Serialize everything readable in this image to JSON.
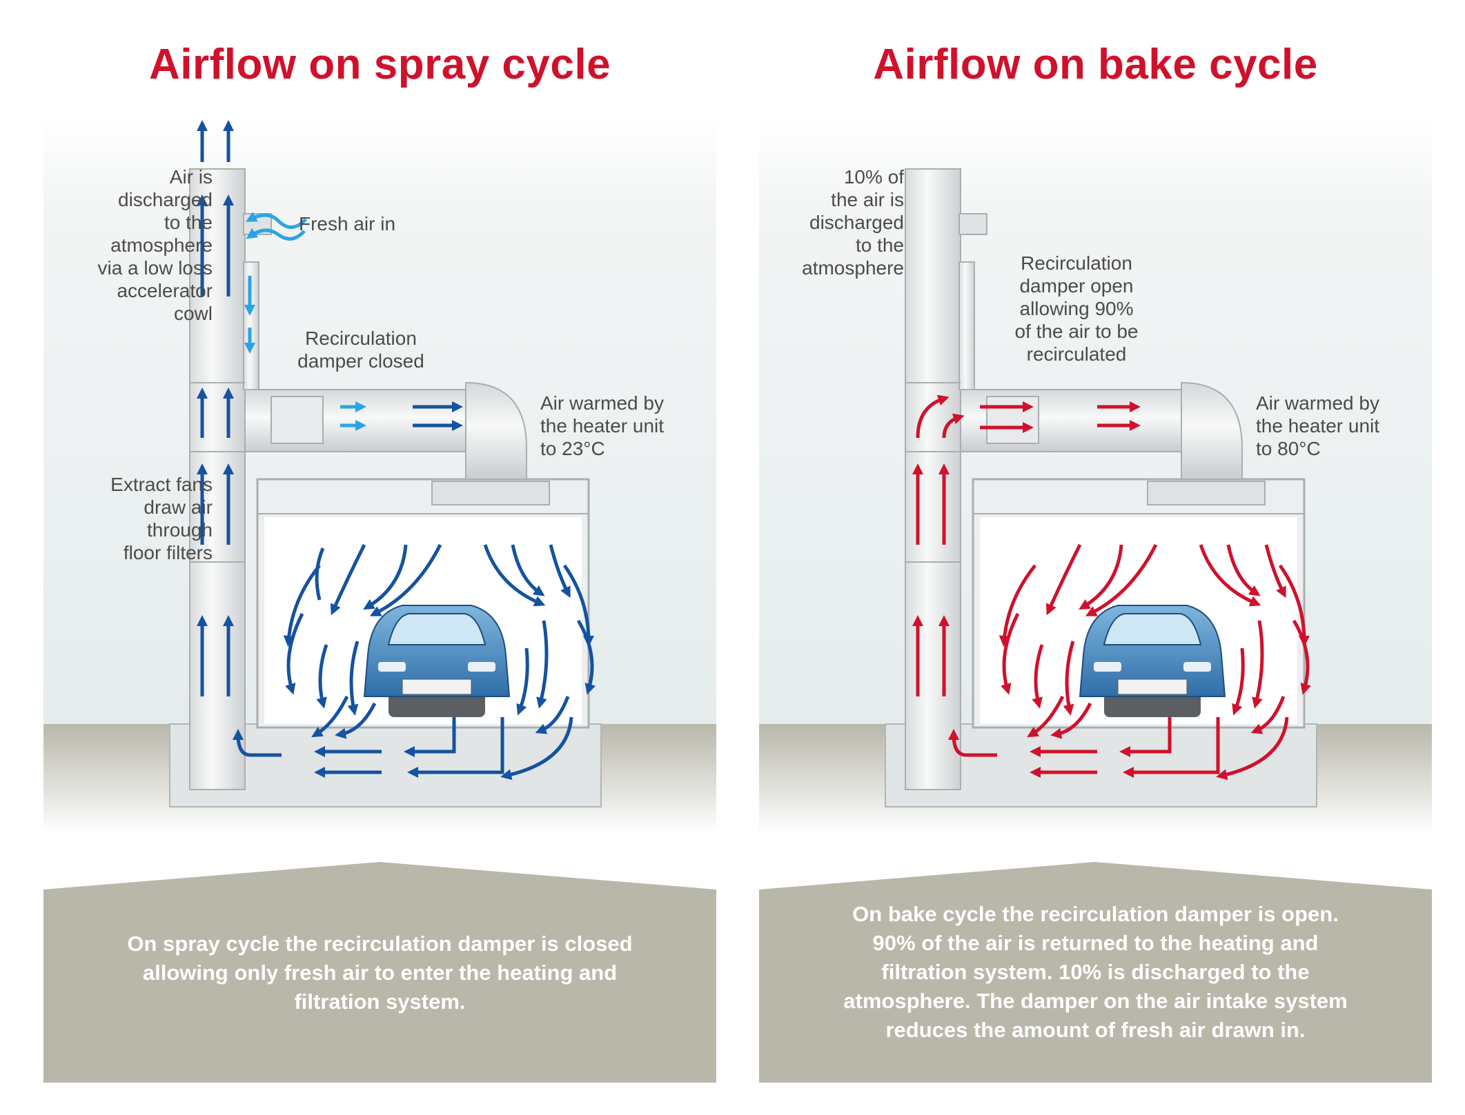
{
  "colors": {
    "spray_arrow": "#1552a0",
    "fresh_arrow": "#2aa5e3",
    "bake_arrow": "#d0112b",
    "title": "#d0112b",
    "ground": "#b8b7aa"
  },
  "spray": {
    "title": "Airflow on spray cycle",
    "labels": {
      "discharge": [
        "Air is",
        "discharged",
        "to the",
        "atmosphere",
        "via a low loss",
        "accelerator",
        "cowl"
      ],
      "fresh_air": [
        "Fresh air in"
      ],
      "damper": [
        "Recirculation",
        "damper closed"
      ],
      "heater": [
        "Air warmed by",
        "the heater unit",
        "to 23°C"
      ],
      "extract": [
        "Extract fans",
        "draw air",
        "through",
        "floor filters"
      ]
    },
    "caption": [
      "On spray cycle the recirculation damper is closed",
      "allowing only fresh air to enter the heating and",
      "filtration system."
    ]
  },
  "bake": {
    "title": "Airflow on bake cycle",
    "labels": {
      "discharge": [
        "10% of",
        "the air is",
        "discharged",
        "to the",
        "atmosphere"
      ],
      "damper": [
        "Recirculation",
        "damper open",
        "allowing 90%",
        "of the air to be",
        "recirculated"
      ],
      "heater": [
        "Air warmed by",
        "the heater unit",
        "to 80°C"
      ]
    },
    "caption": [
      "On bake cycle the recirculation damper is open.",
      "90% of the air is returned to the heating and",
      "filtration system. 10% is discharged to the",
      "atmosphere. The damper on the air intake system",
      "reduces the amount of fresh air drawn in."
    ]
  }
}
